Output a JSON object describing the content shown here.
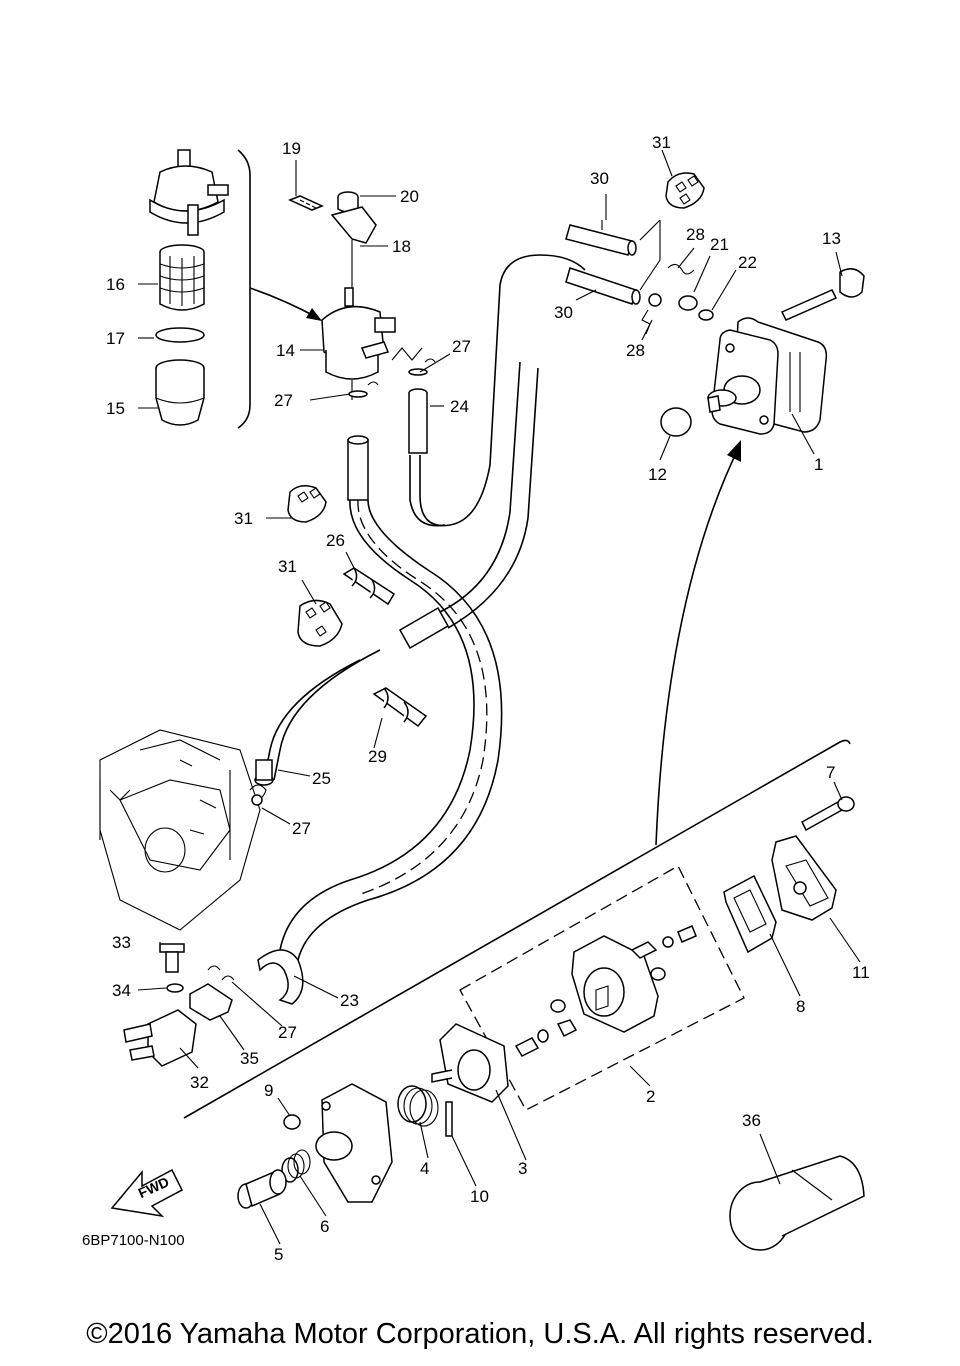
{
  "diagram_code": "6BP7100-N100",
  "fwd_label": "FWD",
  "copyright": "©2016 Yamaha Motor Corporation, U.S.A. All rights reserved.",
  "callouts": [
    "1",
    "2",
    "3",
    "4",
    "5",
    "6",
    "7",
    "8",
    "9",
    "10",
    "11",
    "12",
    "13",
    "14",
    "15",
    "16",
    "17",
    "19",
    "18",
    "20",
    "21",
    "22",
    "23",
    "24",
    "25",
    "26",
    "27",
    "27",
    "27",
    "27",
    "28",
    "28",
    "29",
    "30",
    "30",
    "31",
    "31",
    "31",
    "32",
    "33",
    "34",
    "35",
    "36"
  ]
}
